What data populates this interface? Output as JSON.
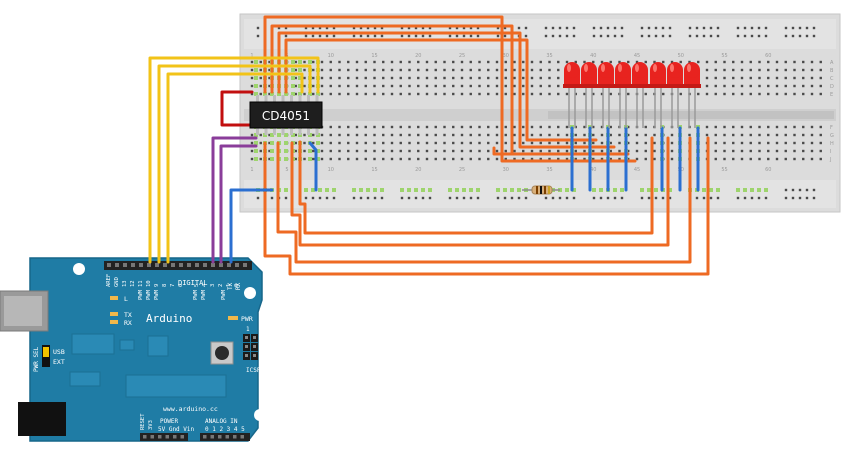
{
  "chip": {
    "label": "CD4051"
  },
  "arduino": {
    "brand": "Arduino",
    "url": "www.arduino.cc",
    "top_header_labels": [
      "AREF",
      "GND",
      "13",
      "12",
      "11",
      "10",
      "9",
      "8",
      "7",
      "6",
      "5",
      "4",
      "3",
      "2",
      "1",
      "0"
    ],
    "pwm_label": "PWM",
    "digital_label": "DIGITAL",
    "tx_rx_header": [
      "TX",
      "RX"
    ],
    "led_labels": {
      "l": "L",
      "tx": "TX",
      "rx": "RX",
      "pwr": "PWR"
    },
    "pwr_sel": "PWR SEL",
    "usb": "USB",
    "ext": "EXT",
    "icsp": "ICSP",
    "icsp_pin": "1",
    "reset": "RESET",
    "v33": "3V3",
    "power_label": "POWER",
    "power_pins": "5V Gnd Vin",
    "analog_label": "ANALOG IN",
    "analog_pins": "0 1 2 3 4 5"
  },
  "breadboard": {
    "column_numbers": [
      "1",
      "5",
      "10",
      "15",
      "20",
      "25",
      "30",
      "35",
      "40",
      "45",
      "50",
      "55",
      "60"
    ],
    "row_letters_top": [
      "A",
      "B",
      "C",
      "D",
      "E"
    ],
    "row_letters_bottom": [
      "F",
      "G",
      "H",
      "I",
      "J"
    ]
  },
  "leds": {
    "count": 8,
    "color": "red"
  },
  "colors": {
    "breadboard": "#dcdcdc",
    "arduino_blue": "#1f7ca5",
    "chip": "#1e1e1e",
    "wire_orange": "#ee6a23",
    "wire_yellow": "#f2c318",
    "wire_purple": "#8a3d9a",
    "wire_blue": "#2b6fd1",
    "wire_red": "#c20f0f",
    "led_red": "#e8231f",
    "header_green": "#9ed46d"
  }
}
